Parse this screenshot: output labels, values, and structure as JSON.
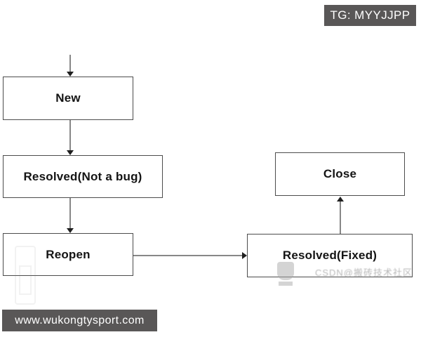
{
  "header": {
    "tg_badge": "TG: MYYJJPP"
  },
  "footer": {
    "site_badge": "www.wukongtysport.com"
  },
  "flowchart": {
    "nodes": [
      {
        "id": "new",
        "label": "New"
      },
      {
        "id": "resolved_not_a_bug",
        "label": "Resolved(Not a bug)"
      },
      {
        "id": "reopen",
        "label": "Reopen"
      },
      {
        "id": "resolved_fixed",
        "label": "Resolved(Fixed)"
      },
      {
        "id": "close",
        "label": "Close"
      }
    ],
    "edges": [
      {
        "from": "start",
        "to": "new",
        "direction": "down"
      },
      {
        "from": "new",
        "to": "resolved_not_a_bug",
        "direction": "down"
      },
      {
        "from": "resolved_not_a_bug",
        "to": "reopen",
        "direction": "down"
      },
      {
        "from": "reopen",
        "to": "resolved_fixed",
        "direction": "right"
      },
      {
        "from": "resolved_fixed",
        "to": "close",
        "direction": "up"
      }
    ]
  },
  "watermark": {
    "text": "CSDN@搬砖技术社区"
  },
  "colors": {
    "background": "#ffffff",
    "badge_bg": "#595757",
    "badge_text": "#ffffff",
    "box_border": "#4c4c4c",
    "node_text": "#141414",
    "line": "#878787",
    "arrowhead": "#1f1f1f"
  }
}
